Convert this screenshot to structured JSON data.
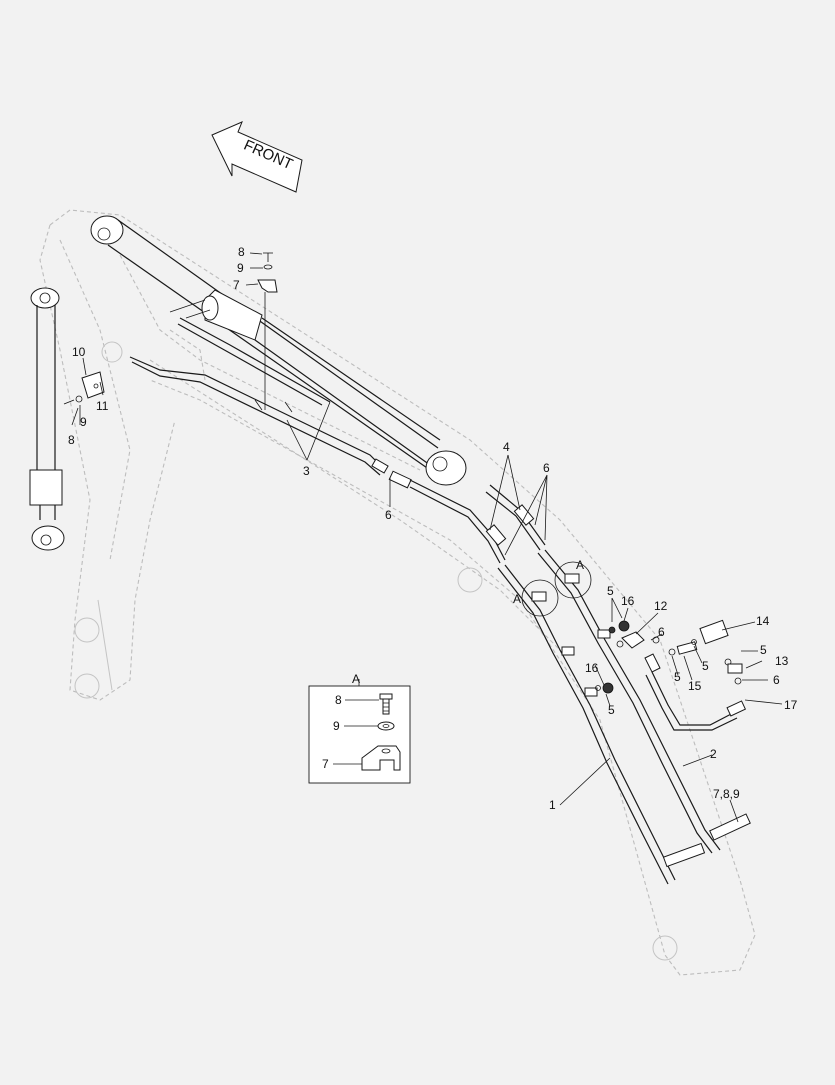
{
  "front_arrow": {
    "label": "FRONT"
  },
  "callouts": {
    "c1": "1",
    "c2": "2",
    "c3": "3",
    "c4": "4",
    "c5a": "5",
    "c5b": "5",
    "c5c": "5",
    "c5d": "5",
    "c5e": "5",
    "c6a": "6",
    "c6b": "6",
    "c6c": "6",
    "c6d": "6",
    "c7": "7",
    "c8a": "8",
    "c8b": "8",
    "c9a": "9",
    "c9b": "9",
    "c10": "10",
    "c11": "11",
    "c12": "12",
    "c13": "13",
    "c14": "14",
    "c15": "15",
    "c16a": "16",
    "c16b": "16",
    "c17": "17",
    "c789": "7,8,9",
    "detailA1": "A",
    "detailA2": "A"
  },
  "detail_box": {
    "title": "A",
    "label_8": "8",
    "label_9": "9",
    "label_7": "7"
  }
}
